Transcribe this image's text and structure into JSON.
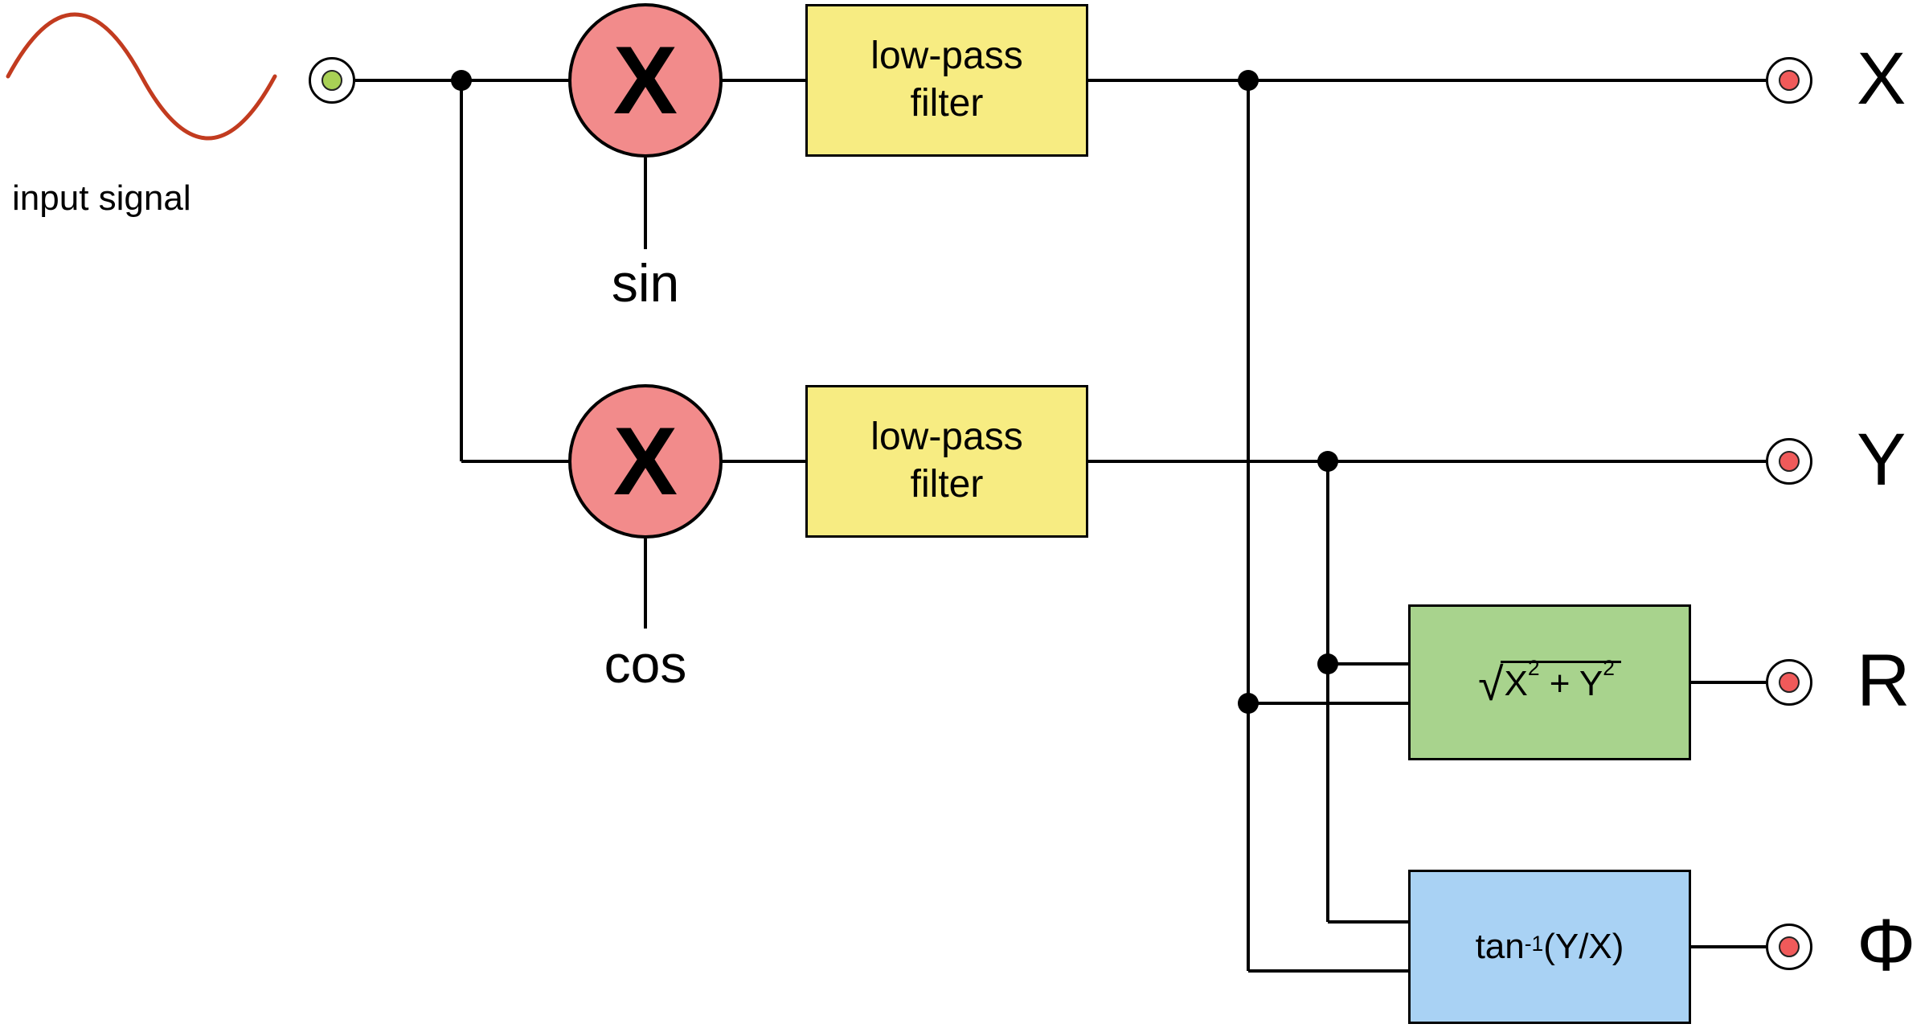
{
  "diagram": {
    "title_hint": "lock-in amplifier quadrature demodulation block diagram",
    "input": {
      "label": "input signal"
    },
    "multipliers": {
      "symbol": "X",
      "sin_label": "sin",
      "cos_label": "cos"
    },
    "filters": {
      "line1": "low-pass",
      "line2": "filter"
    },
    "magnitude_block": {
      "radical": "√",
      "term1": "X",
      "exp1": "2",
      "term2": " + Y",
      "exp2": "2"
    },
    "phase_block": {
      "fn": "tan",
      "exp": "-1",
      "arg": "(Y/X)"
    },
    "outputs": {
      "x": "X",
      "y": "Y",
      "r": "R",
      "phi": "Φ"
    },
    "colors": {
      "multiplier_fill": "#F28B8B",
      "filter_fill": "#F7EC82",
      "magnitude_fill": "#A8D38D",
      "phase_fill": "#A9D2F4",
      "signal_stroke": "#C23B1F",
      "input_dot": "#A9D155",
      "output_dot": "#F05A5A"
    }
  }
}
